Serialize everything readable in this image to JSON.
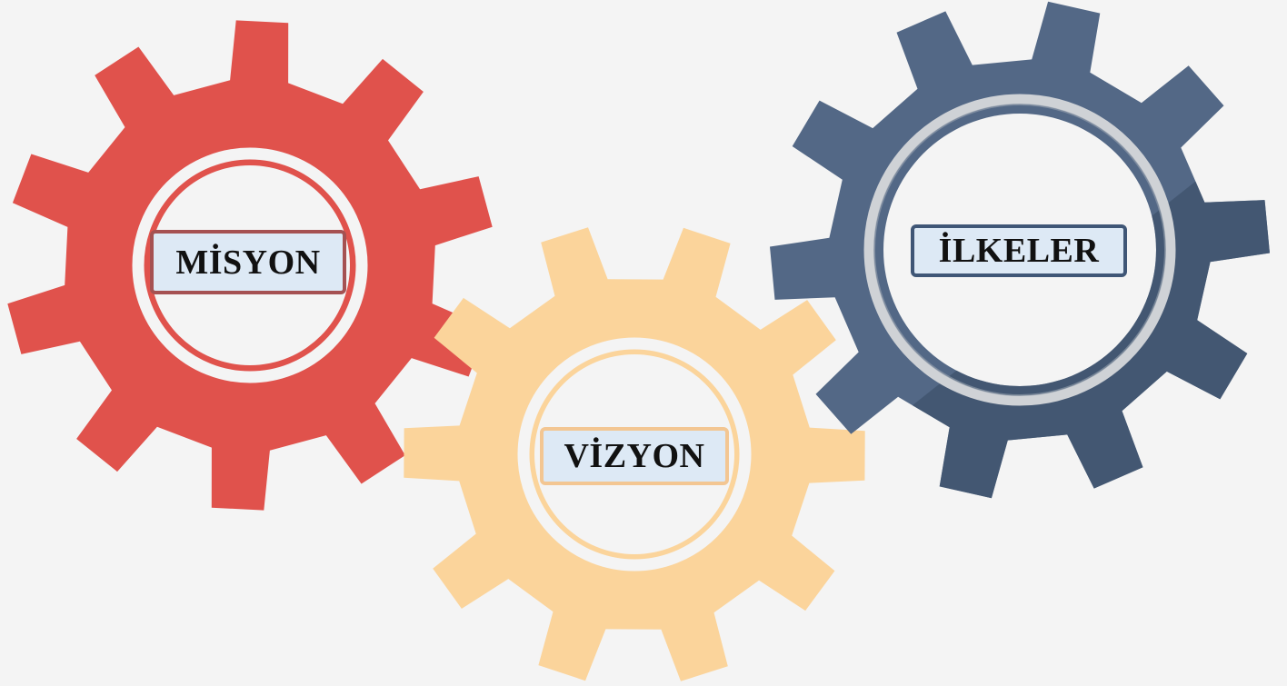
{
  "labels": {
    "misyon": "MİSYON",
    "vizyon": "VİZYON",
    "ilkeler": "İLKELER"
  },
  "colors": {
    "background": "#f4f4f4",
    "misyon_gear": "#e0524c",
    "vizyon_gear": "#fbd49b",
    "ilkeler_gear": "#536886",
    "label_fill": "#dde9f5"
  }
}
